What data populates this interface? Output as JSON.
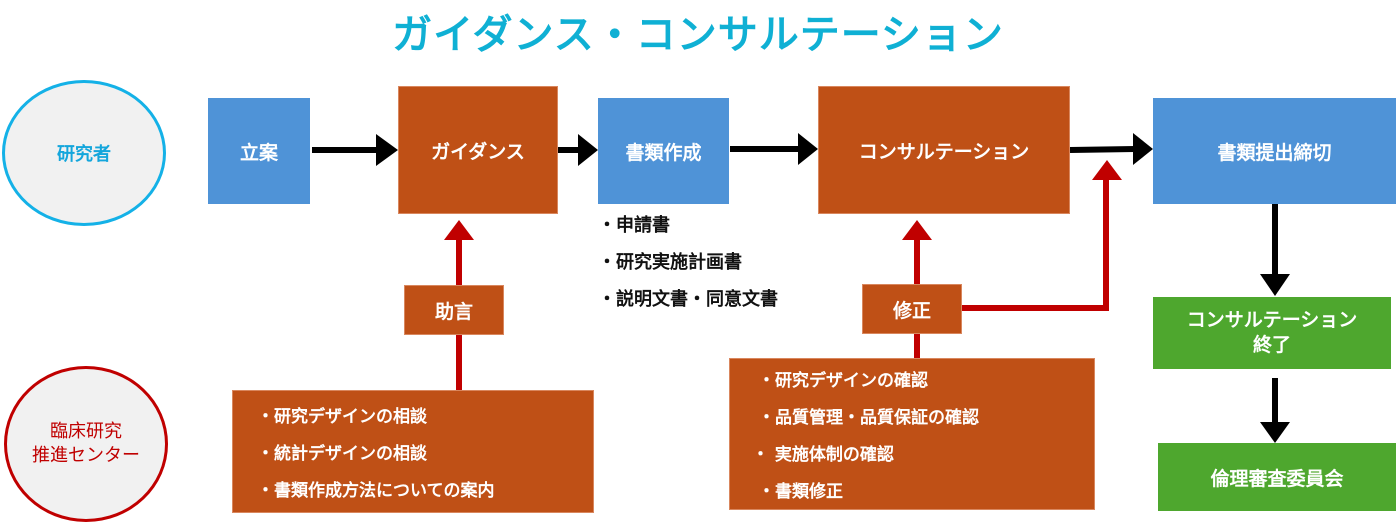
{
  "title": "ガイダンス・コンサルテーション",
  "actors": {
    "researcher": "研究者",
    "center_line1": "臨床研究",
    "center_line2": "推進センター"
  },
  "flow": {
    "plan": "立案",
    "guidance": "ガイダンス",
    "doc_creation": "書類作成",
    "consultation": "コンサルテーション",
    "submission_deadline": "書類提出締切",
    "consultation_end_line1": "コンサルテーション",
    "consultation_end_line2": "終了",
    "ethics_committee": "倫理審査委員会"
  },
  "documents": [
    "・申請書",
    "・研究実施計画書",
    "・説明文書・同意文書"
  ],
  "advice": {
    "label": "助言",
    "items": [
      "・研究デザインの相談",
      "・統計デザインの相談",
      "・書類作成方法についての案内"
    ]
  },
  "revision": {
    "label": "修正",
    "items": [
      "・研究デザインの確認",
      "・品質管理・品質保証の確認",
      "・ 実施体制の確認",
      "・書類修正"
    ]
  },
  "colors": {
    "title": "#0fb0d4",
    "researcher_step": "#4f93d7",
    "center_step": "#bf5016",
    "end_step": "#4ea72e",
    "flow_arrow": "#000000",
    "feedback_arrow": "#c00000"
  }
}
